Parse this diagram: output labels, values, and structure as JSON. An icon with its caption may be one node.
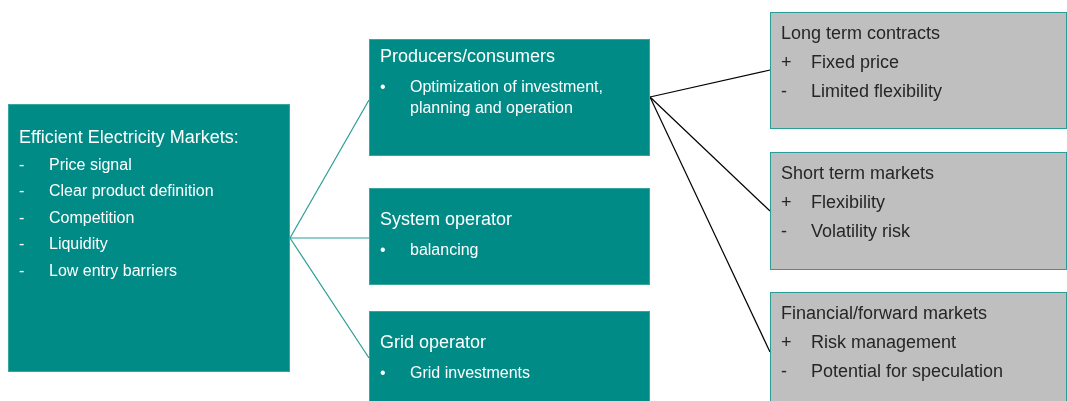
{
  "diagram": {
    "nodes": [
      {
        "text": [
          "Efficient Electricity Markets:",
          "- Price signal",
          "- Clear product definition",
          "- Competition",
          "- Liquidity",
          "- Low entry barriers"
        ]
      },
      {
        "text": [
          "Producers/consumers",
          "• Optimization of investment, planning and operation"
        ]
      },
      {
        "text": [
          "System operator",
          "• balancing"
        ]
      },
      {
        "text": [
          "Grid operator",
          "• Grid investments"
        ]
      },
      {
        "text": [
          "Long term contracts",
          "+ Fixed price",
          "- Limited flexibility"
        ]
      },
      {
        "text": [
          "Short term markets",
          "+ Flexibility",
          "- Volatility risk"
        ]
      },
      {
        "text": [
          "Financial/forward markets",
          "+ Risk management",
          "- Potential for speculation"
        ]
      }
    ],
    "edges": [
      {
        "from": 0,
        "to": 1,
        "arrow": "none"
      },
      {
        "from": 0,
        "to": 2,
        "arrow": "none"
      },
      {
        "from": 0,
        "to": 3,
        "arrow": "none"
      },
      {
        "from": 1,
        "to": 4,
        "arrow": "none",
        "color": "#000000"
      },
      {
        "from": 1,
        "to": 5,
        "arrow": "none",
        "color": "#000000"
      },
      {
        "from": 1,
        "to": 6,
        "arrow": "none",
        "color": "#000000"
      }
    ]
  }
}
